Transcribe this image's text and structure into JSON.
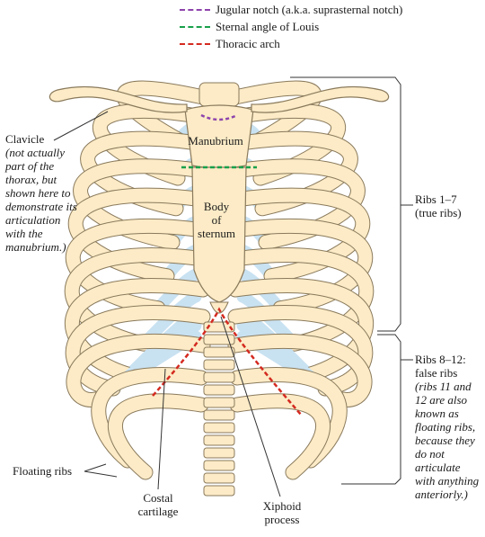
{
  "colors": {
    "bone": "#fcebc6",
    "bone_outline": "#8a7a5c",
    "cartilage": "#c9e2f2",
    "jugular": "#8e44ad",
    "sternal_angle": "#19a04b",
    "thoracic_arch": "#d42a20",
    "leader": "#333333"
  },
  "legend": [
    {
      "label": "Jugular notch (a.k.a. suprasternal notch)",
      "color": "#8e44ad"
    },
    {
      "label": "Sternal angle of Louis",
      "color": "#19a04b"
    },
    {
      "label": "Thoracic arch",
      "color": "#d42a20"
    }
  ],
  "labels": {
    "manubrium": "Manubrium",
    "body_of_sternum": [
      "Body",
      "of",
      "sternum"
    ],
    "clavicle_title": "Clavicle",
    "clavicle_note": [
      "(not actually",
      "part of the",
      "thorax, but",
      "shown here to",
      "demonstrate its",
      "articulation",
      "with the",
      "manubrium.)"
    ],
    "ribs_true_title": "Ribs 1–7",
    "ribs_true_sub": "(true ribs)",
    "ribs_false_title": [
      "Ribs 8–12:",
      "false ribs"
    ],
    "ribs_false_note": [
      "(ribs 11 and",
      "12 are also",
      "known as",
      "floating ribs,",
      "because they",
      "do not",
      "articulate",
      "with anything",
      "anteriorly.)"
    ],
    "floating_ribs": "Floating ribs",
    "costal_cartilage": [
      "Costal",
      "cartilage"
    ],
    "xiphoid_process": [
      "Xiphoid",
      "process"
    ]
  }
}
